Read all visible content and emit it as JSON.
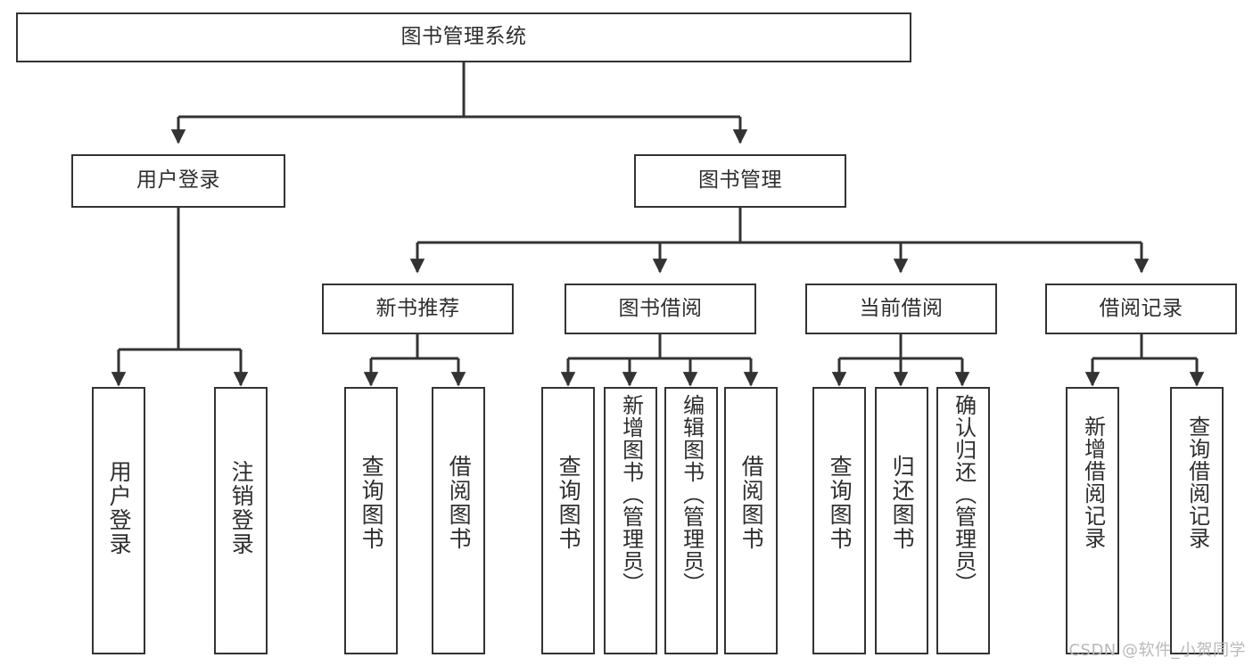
{
  "diagram": {
    "title": "图书管理系统",
    "type": "tree",
    "background_color": "#ffffff",
    "node_border_color": "#333333",
    "node_fill_color": "#ffffff",
    "text_color": "#2e2e2e",
    "edge_color": "#333333"
  },
  "nodes": {
    "root": {
      "label": "图书管理系统",
      "level": 0
    },
    "l1": [
      {
        "id": "user_login",
        "label": "用户登录"
      },
      {
        "id": "book_manage",
        "label": "图书管理"
      }
    ],
    "l2": [
      {
        "id": "new_book_rec",
        "label": "新书推荐",
        "parent": "book_manage"
      },
      {
        "id": "book_borrow",
        "label": "图书借阅",
        "parent": "book_manage"
      },
      {
        "id": "current_borrow",
        "label": "当前借阅",
        "parent": "book_manage"
      },
      {
        "id": "borrow_record",
        "label": "借阅记录",
        "parent": "book_manage"
      }
    ],
    "leaves": [
      {
        "id": "leaf_user_login",
        "label": "用户登录",
        "parent": "user_login"
      },
      {
        "id": "leaf_user_logout",
        "label": "注销登录",
        "parent": "user_login"
      },
      {
        "id": "leaf_rec_query",
        "label": "查询图书",
        "parent": "new_book_rec"
      },
      {
        "id": "leaf_rec_borrow",
        "label": "借阅图书",
        "parent": "new_book_rec"
      },
      {
        "id": "leaf_borrow_query",
        "label": "查询图书",
        "parent": "book_borrow"
      },
      {
        "id": "leaf_borrow_add",
        "label": "新增图书（管理员）",
        "parent": "book_borrow"
      },
      {
        "id": "leaf_borrow_edit",
        "label": "编辑图书（管理员）",
        "parent": "book_borrow"
      },
      {
        "id": "leaf_borrow_lend",
        "label": "借阅图书",
        "parent": "book_borrow"
      },
      {
        "id": "leaf_cur_query",
        "label": "查询图书",
        "parent": "current_borrow"
      },
      {
        "id": "leaf_cur_return",
        "label": "归还图书",
        "parent": "current_borrow"
      },
      {
        "id": "leaf_cur_confirm",
        "label": "确认归还（管理员）",
        "parent": "current_borrow"
      },
      {
        "id": "leaf_rec_add",
        "label": "新增借阅记录",
        "parent": "borrow_record"
      },
      {
        "id": "leaf_rec_query2",
        "label": "查询借阅记录",
        "parent": "borrow_record"
      }
    ]
  },
  "watermark": {
    "text": "CSDN @软件_小贺同学"
  }
}
